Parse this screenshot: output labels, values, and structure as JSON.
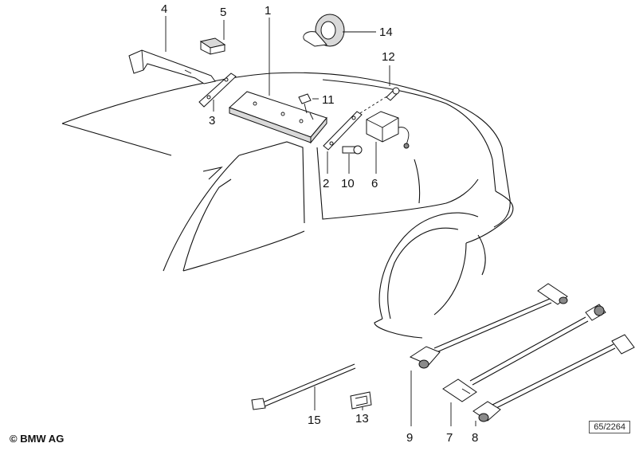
{
  "labels": {
    "l1": "1",
    "l2": "2",
    "l3": "3",
    "l4": "4",
    "l5": "5",
    "l6": "6",
    "l7": "7",
    "l8": "8",
    "l9": "9",
    "l10": "10",
    "l11": "11",
    "l12": "12",
    "l13": "13",
    "l14": "14",
    "l15": "15"
  },
  "reference_code": "65/2264",
  "copyright": "© BMW AG"
}
